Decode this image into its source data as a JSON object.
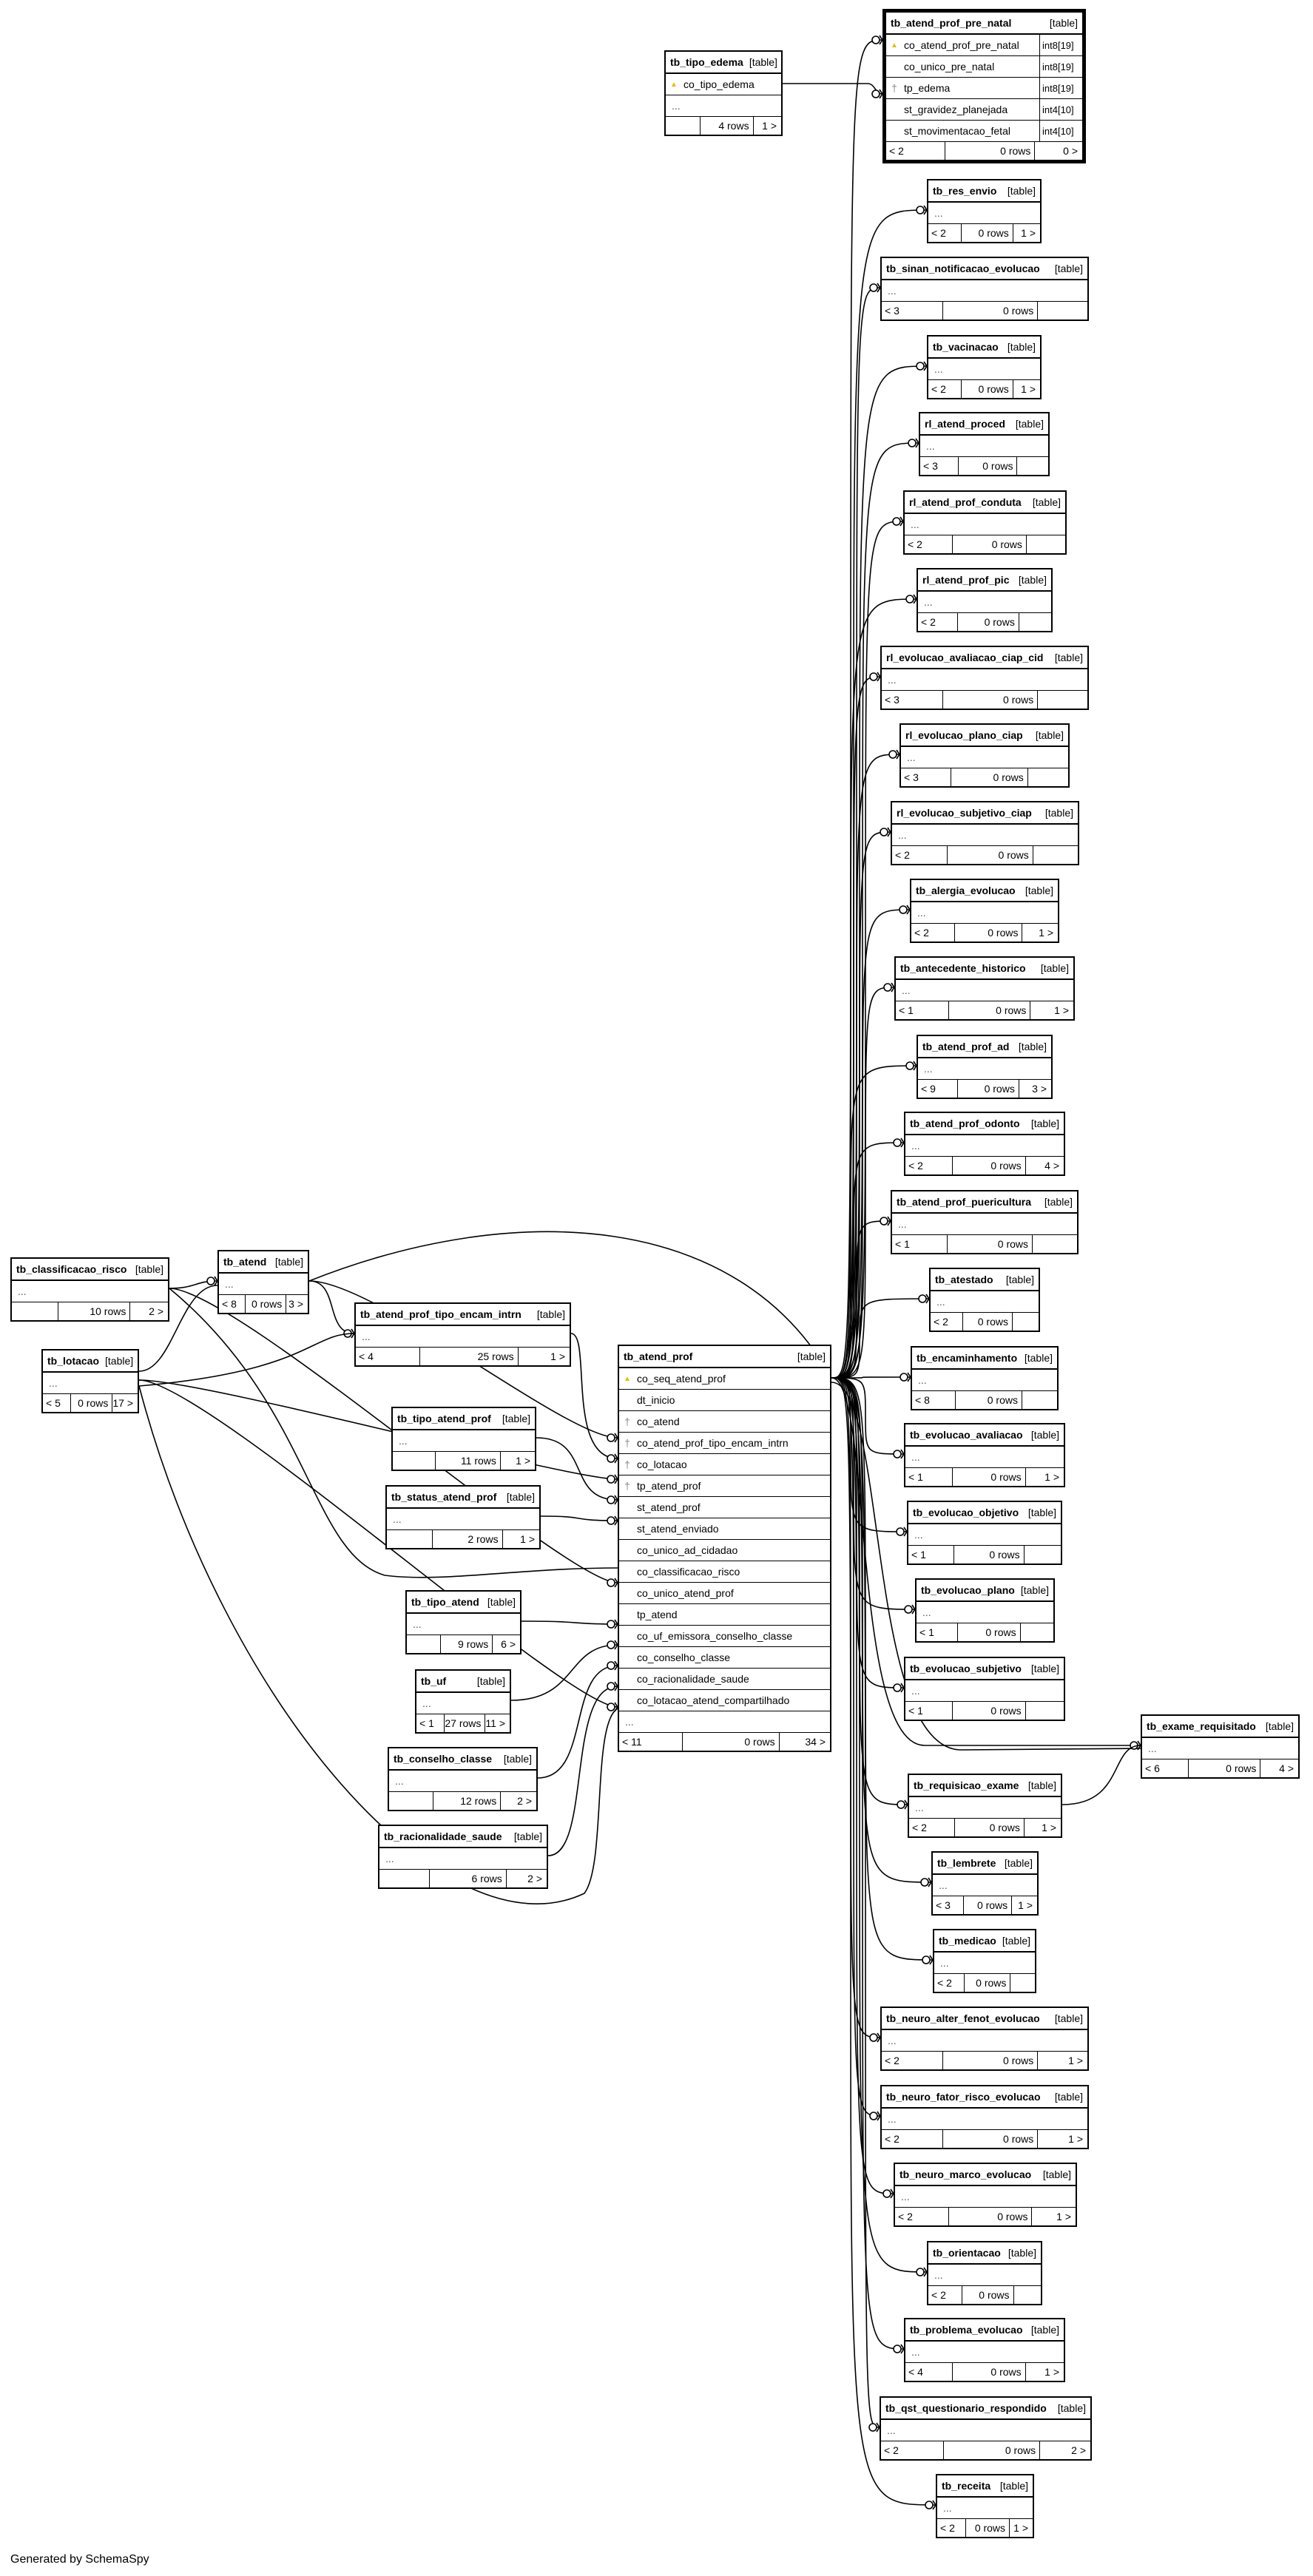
{
  "footer_text": "Generated by SchemaSpy",
  "kind_label": "[table]",
  "ellipsis": "...",
  "tables": [
    {
      "id": "tb_atend_prof_pre_natal",
      "name": "tb_atend_prof_pre_natal",
      "focus": true,
      "columns": [
        {
          "icon": "pk",
          "name": "co_atend_prof_pre_natal",
          "type": "int8[19]"
        },
        {
          "icon": "",
          "name": "co_unico_pre_natal",
          "type": "int8[19]"
        },
        {
          "icon": "fk",
          "name": "tp_edema",
          "type": "int8[19]"
        },
        {
          "icon": "",
          "name": "st_gravidez_planejada",
          "type": "int4[10]"
        },
        {
          "icon": "",
          "name": "st_movimentacao_fetal",
          "type": "int4[10]"
        }
      ],
      "parents": "< 2",
      "rows": "0 rows",
      "children": "0 >"
    },
    {
      "id": "tb_tipo_edema",
      "name": "tb_tipo_edema",
      "columns": [
        {
          "icon": "pk",
          "name": "co_tipo_edema",
          "type": ""
        }
      ],
      "ellipsis": true,
      "parents": "",
      "rows": "4 rows",
      "children": "1 >"
    },
    {
      "id": "tb_res_envio",
      "name": "tb_res_envio",
      "ellipsis": true,
      "parents": "< 2",
      "rows": "0 rows",
      "children": "1 >"
    },
    {
      "id": "tb_sinan_notificacao_evolucao",
      "name": "tb_sinan_notificacao_evolucao",
      "ellipsis": true,
      "parents": "< 3",
      "rows": "0 rows",
      "children": ""
    },
    {
      "id": "tb_vacinacao",
      "name": "tb_vacinacao",
      "ellipsis": true,
      "parents": "< 2",
      "rows": "0 rows",
      "children": "1 >"
    },
    {
      "id": "rl_atend_proced",
      "name": "rl_atend_proced",
      "ellipsis": true,
      "parents": "< 3",
      "rows": "0 rows",
      "children": ""
    },
    {
      "id": "rl_atend_prof_conduta",
      "name": "rl_atend_prof_conduta",
      "ellipsis": true,
      "parents": "< 2",
      "rows": "0 rows",
      "children": ""
    },
    {
      "id": "rl_atend_prof_pic",
      "name": "rl_atend_prof_pic",
      "ellipsis": true,
      "parents": "< 2",
      "rows": "0 rows",
      "children": ""
    },
    {
      "id": "rl_evolucao_avaliacao_ciap_cid",
      "name": "rl_evolucao_avaliacao_ciap_cid",
      "ellipsis": true,
      "parents": "< 3",
      "rows": "0 rows",
      "children": ""
    },
    {
      "id": "rl_evolucao_plano_ciap",
      "name": "rl_evolucao_plano_ciap",
      "ellipsis": true,
      "parents": "< 3",
      "rows": "0 rows",
      "children": ""
    },
    {
      "id": "rl_evolucao_subjetivo_ciap",
      "name": "rl_evolucao_subjetivo_ciap",
      "ellipsis": true,
      "parents": "< 2",
      "rows": "0 rows",
      "children": ""
    },
    {
      "id": "tb_alergia_evolucao",
      "name": "tb_alergia_evolucao",
      "ellipsis": true,
      "parents": "< 2",
      "rows": "0 rows",
      "children": "1 >"
    },
    {
      "id": "tb_antecedente_historico",
      "name": "tb_antecedente_historico",
      "ellipsis": true,
      "parents": "< 1",
      "rows": "0 rows",
      "children": "1 >"
    },
    {
      "id": "tb_atend_prof_ad",
      "name": "tb_atend_prof_ad",
      "ellipsis": true,
      "parents": "< 9",
      "rows": "0 rows",
      "children": "3 >"
    },
    {
      "id": "tb_atend_prof_odonto",
      "name": "tb_atend_prof_odonto",
      "ellipsis": true,
      "parents": "< 2",
      "rows": "0 rows",
      "children": "4 >"
    },
    {
      "id": "tb_atend_prof_puericultura",
      "name": "tb_atend_prof_puericultura",
      "ellipsis": true,
      "parents": "< 1",
      "rows": "0 rows",
      "children": ""
    },
    {
      "id": "tb_atestado",
      "name": "tb_atestado",
      "ellipsis": true,
      "parents": "< 2",
      "rows": "0 rows",
      "children": ""
    },
    {
      "id": "tb_encaminhamento",
      "name": "tb_encaminhamento",
      "ellipsis": true,
      "parents": "< 8",
      "rows": "0 rows",
      "children": ""
    },
    {
      "id": "tb_evolucao_avaliacao",
      "name": "tb_evolucao_avaliacao",
      "ellipsis": true,
      "parents": "< 1",
      "rows": "0 rows",
      "children": "1 >"
    },
    {
      "id": "tb_evolucao_objetivo",
      "name": "tb_evolucao_objetivo",
      "ellipsis": true,
      "parents": "< 1",
      "rows": "0 rows",
      "children": ""
    },
    {
      "id": "tb_evolucao_plano",
      "name": "tb_evolucao_plano",
      "ellipsis": true,
      "parents": "< 1",
      "rows": "0 rows",
      "children": ""
    },
    {
      "id": "tb_evolucao_subjetivo",
      "name": "tb_evolucao_subjetivo",
      "ellipsis": true,
      "parents": "< 1",
      "rows": "0 rows",
      "children": ""
    },
    {
      "id": "tb_exame_requisitado",
      "name": "tb_exame_requisitado",
      "ellipsis": true,
      "parents": "< 6",
      "rows": "0 rows",
      "children": "4 >"
    },
    {
      "id": "tb_requisicao_exame",
      "name": "tb_requisicao_exame",
      "ellipsis": true,
      "parents": "< 2",
      "rows": "0 rows",
      "children": "1 >"
    },
    {
      "id": "tb_lembrete",
      "name": "tb_lembrete",
      "ellipsis": true,
      "parents": "< 3",
      "rows": "0 rows",
      "children": "1 >"
    },
    {
      "id": "tb_medicao",
      "name": "tb_medicao",
      "ellipsis": true,
      "parents": "< 2",
      "rows": "0 rows",
      "children": ""
    },
    {
      "id": "tb_neuro_alter_fenot_evolucao",
      "name": "tb_neuro_alter_fenot_evolucao",
      "ellipsis": true,
      "parents": "< 2",
      "rows": "0 rows",
      "children": "1 >"
    },
    {
      "id": "tb_neuro_fator_risco_evolucao",
      "name": "tb_neuro_fator_risco_evolucao",
      "ellipsis": true,
      "parents": "< 2",
      "rows": "0 rows",
      "children": "1 >"
    },
    {
      "id": "tb_neuro_marco_evolucao",
      "name": "tb_neuro_marco_evolucao",
      "ellipsis": true,
      "parents": "< 2",
      "rows": "0 rows",
      "children": "1 >"
    },
    {
      "id": "tb_orientacao",
      "name": "tb_orientacao",
      "ellipsis": true,
      "parents": "< 2",
      "rows": "0 rows",
      "children": ""
    },
    {
      "id": "tb_problema_evolucao",
      "name": "tb_problema_evolucao",
      "ellipsis": true,
      "parents": "< 4",
      "rows": "0 rows",
      "children": "1 >"
    },
    {
      "id": "tb_qst_questionario_respondido",
      "name": "tb_qst_questionario_respondido",
      "ellipsis": true,
      "parents": "< 2",
      "rows": "0 rows",
      "children": "2 >"
    },
    {
      "id": "tb_receita",
      "name": "tb_receita",
      "ellipsis": true,
      "parents": "< 2",
      "rows": "0 rows",
      "children": "1 >"
    },
    {
      "id": "tb_classificacao_risco",
      "name": "tb_classificacao_risco",
      "ellipsis": true,
      "parents": "",
      "rows": "10 rows",
      "children": "2 >"
    },
    {
      "id": "tb_atend",
      "name": "tb_atend",
      "ellipsis": true,
      "parents": "< 8",
      "rows": "0 rows",
      "children": "3 >"
    },
    {
      "id": "tb_lotacao",
      "name": "tb_lotacao",
      "ellipsis": true,
      "parents": "< 5",
      "rows": "0 rows",
      "children": "17 >"
    },
    {
      "id": "tb_atend_prof_tipo_encam_intrn",
      "name": "tb_atend_prof_tipo_encam_intrn",
      "ellipsis": true,
      "parents": "< 4",
      "rows": "25 rows",
      "children": "1 >"
    },
    {
      "id": "tb_tipo_atend_prof",
      "name": "tb_tipo_atend_prof",
      "ellipsis": true,
      "parents": "",
      "rows": "11 rows",
      "children": "1 >"
    },
    {
      "id": "tb_status_atend_prof",
      "name": "tb_status_atend_prof",
      "ellipsis": true,
      "parents": "",
      "rows": "2 rows",
      "children": "1 >"
    },
    {
      "id": "tb_tipo_atend",
      "name": "tb_tipo_atend",
      "ellipsis": true,
      "parents": "",
      "rows": "9 rows",
      "children": "6 >"
    },
    {
      "id": "tb_uf",
      "name": "tb_uf",
      "ellipsis": true,
      "parents": "< 1",
      "rows": "27 rows",
      "children": "11 >"
    },
    {
      "id": "tb_conselho_classe",
      "name": "tb_conselho_classe",
      "ellipsis": true,
      "parents": "",
      "rows": "12 rows",
      "children": "2 >"
    },
    {
      "id": "tb_racionalidade_saude",
      "name": "tb_racionalidade_saude",
      "ellipsis": true,
      "parents": "",
      "rows": "6 rows",
      "children": "2 >"
    },
    {
      "id": "tb_atend_prof",
      "name": "tb_atend_prof",
      "columns": [
        {
          "icon": "pk",
          "name": "co_seq_atend_prof",
          "type": ""
        },
        {
          "icon": "",
          "name": "dt_inicio",
          "type": ""
        },
        {
          "icon": "fk",
          "name": "co_atend",
          "type": ""
        },
        {
          "icon": "fk",
          "name": "co_atend_prof_tipo_encam_intrn",
          "type": ""
        },
        {
          "icon": "fk",
          "name": "co_lotacao",
          "type": ""
        },
        {
          "icon": "fk",
          "name": "tp_atend_prof",
          "type": ""
        },
        {
          "icon": "",
          "name": "st_atend_prof",
          "type": ""
        },
        {
          "icon": "",
          "name": "st_atend_enviado",
          "type": ""
        },
        {
          "icon": "",
          "name": "co_unico_ad_cidadao",
          "type": ""
        },
        {
          "icon": "",
          "name": "co_classificacao_risco",
          "type": ""
        },
        {
          "icon": "",
          "name": "co_unico_atend_prof",
          "type": ""
        },
        {
          "icon": "",
          "name": "tp_atend",
          "type": ""
        },
        {
          "icon": "",
          "name": "co_uf_emissora_conselho_classe",
          "type": ""
        },
        {
          "icon": "",
          "name": "co_conselho_classe",
          "type": ""
        },
        {
          "icon": "",
          "name": "co_racionalidade_saude",
          "type": ""
        },
        {
          "icon": "",
          "name": "co_lotacao_atend_compartilhado",
          "type": ""
        }
      ],
      "ellipsis": true,
      "parents": "< 11",
      "rows": "0 rows",
      "children": "34 >"
    }
  ]
}
